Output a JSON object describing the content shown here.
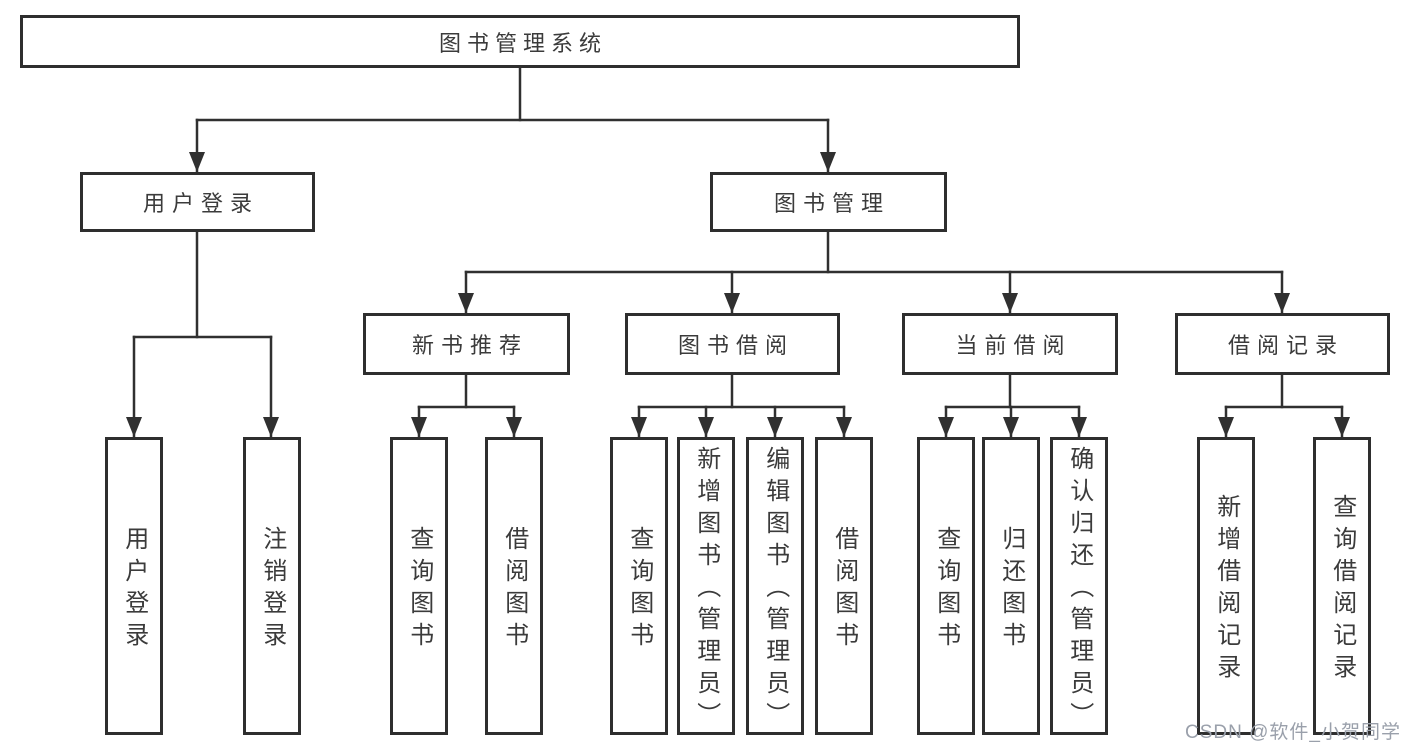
{
  "diagram": {
    "root": {
      "label": "图书管理系统"
    },
    "level2": [
      {
        "label": "用户登录"
      },
      {
        "label": "图书管理"
      }
    ],
    "level3": [
      {
        "label": "新书推荐"
      },
      {
        "label": "图书借阅"
      },
      {
        "label": "当前借阅"
      },
      {
        "label": "借阅记录"
      }
    ],
    "leaves": [
      {
        "parent": "用户登录",
        "label": "用户登录"
      },
      {
        "parent": "用户登录",
        "label": "注销登录"
      },
      {
        "parent": "新书推荐",
        "label": "查询图书"
      },
      {
        "parent": "新书推荐",
        "label": "借阅图书"
      },
      {
        "parent": "图书借阅",
        "label": "查询图书"
      },
      {
        "parent": "图书借阅",
        "label": "新增图书（管理员）"
      },
      {
        "parent": "图书借阅",
        "label": "编辑图书（管理员）"
      },
      {
        "parent": "图书借阅",
        "label": "借阅图书"
      },
      {
        "parent": "当前借阅",
        "label": "查询图书"
      },
      {
        "parent": "当前借阅",
        "label": "归还图书"
      },
      {
        "parent": "当前借阅",
        "label": "确认归还（管理员）"
      },
      {
        "parent": "借阅记录",
        "label": "新增借阅记录"
      },
      {
        "parent": "借阅记录",
        "label": "查询借阅记录"
      }
    ]
  },
  "watermark": {
    "text": "CSDN @软件_小贺同学"
  },
  "colors": {
    "line": "#303030",
    "box_border": "#2e2e2e",
    "text": "#3b3b3b",
    "watermark": "#9aa0ab",
    "background": "#ffffff"
  }
}
